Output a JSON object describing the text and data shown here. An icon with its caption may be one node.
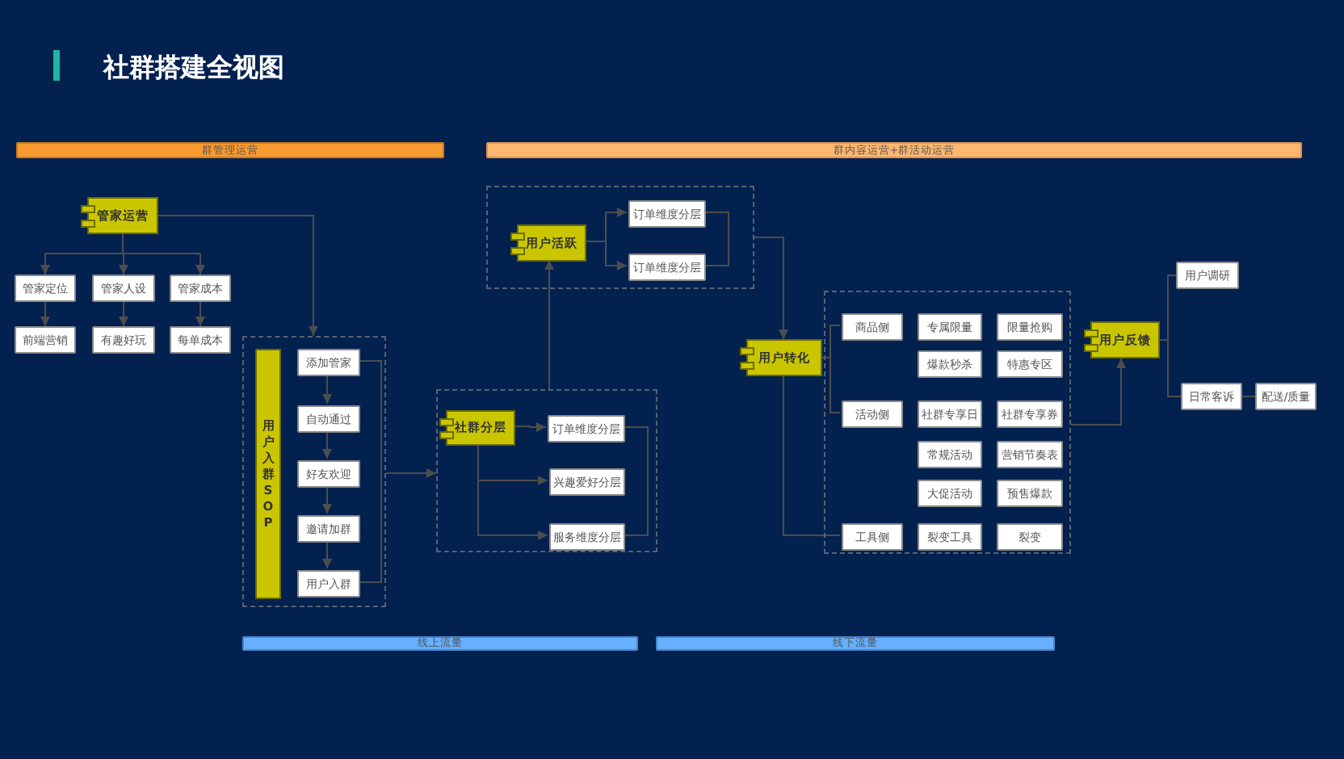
{
  "diagram": {
    "title": "社群搭建全视图",
    "nodes": [
      {
        "text": [
          "群管理运营"
        ]
      },
      {
        "text": [
          "群内容运营+群活动运营"
        ]
      },
      {
        "text": [
          "管家运营"
        ]
      },
      {
        "text": [
          "管家定位"
        ]
      },
      {
        "text": [
          "管家人设"
        ]
      },
      {
        "text": [
          "管家成本"
        ]
      },
      {
        "text": [
          "前端营销"
        ]
      },
      {
        "text": [
          "有趣好玩"
        ]
      },
      {
        "text": [
          "每单成本"
        ]
      },
      {
        "text": [],
        "shape": "box"
      },
      {
        "text": [
          "用户入群SOP"
        ],
        "in": 9
      },
      {
        "text": [
          "添加管家"
        ],
        "in": 9
      },
      {
        "text": [
          "自动通过"
        ],
        "in": 9
      },
      {
        "text": [
          "好友欢迎"
        ],
        "in": 9
      },
      {
        "text": [
          "邀请加群"
        ],
        "in": 9
      },
      {
        "text": [
          "用户入群"
        ],
        "in": 9
      },
      {
        "text": [],
        "shape": "box"
      },
      {
        "text": [
          "用户活跃"
        ],
        "in": 16
      },
      {
        "text": [
          "订单维度分层"
        ],
        "in": 16
      },
      {
        "text": [
          "订单维度分层"
        ],
        "in": 16
      },
      {
        "text": [],
        "shape": "box"
      },
      {
        "text": [
          "社群分层"
        ],
        "in": 20
      },
      {
        "text": [
          "订单维度分层"
        ],
        "in": 20
      },
      {
        "text": [
          "兴趣爱好分层"
        ],
        "in": 20
      },
      {
        "text": [
          "服务维度分层"
        ],
        "in": 20
      },
      {
        "text": [
          "用户转化"
        ]
      },
      {
        "text": [],
        "shape": "box"
      },
      {
        "text": [
          "商品侧"
        ],
        "in": 26
      },
      {
        "text": [
          "专属限量"
        ],
        "in": 26
      },
      {
        "text": [
          "限量抢购"
        ],
        "in": 26
      },
      {
        "text": [
          "爆款秒杀"
        ],
        "in": 26
      },
      {
        "text": [
          "特惠专区"
        ],
        "in": 26
      },
      {
        "text": [
          "活动侧"
        ],
        "in": 26
      },
      {
        "text": [
          "社群专享日"
        ],
        "in": 26
      },
      {
        "text": [
          "社群专享券"
        ],
        "in": 26
      },
      {
        "text": [
          "常规活动"
        ],
        "in": 26
      },
      {
        "text": [
          "营销节奏表"
        ],
        "in": 26
      },
      {
        "text": [
          "大促活动"
        ],
        "in": 26
      },
      {
        "text": [
          "预售爆款"
        ],
        "in": 26
      },
      {
        "text": [
          "工具侧"
        ],
        "in": 26
      },
      {
        "text": [
          "裂变工具"
        ],
        "in": 26
      },
      {
        "text": [
          "裂变"
        ],
        "in": 26
      },
      {
        "text": [
          "用户反馈"
        ]
      },
      {
        "text": [
          "用户调研"
        ]
      },
      {
        "text": [
          "日常客诉"
        ]
      },
      {
        "text": [
          "配送/质量"
        ]
      },
      {
        "text": [
          "线上流量"
        ]
      },
      {
        "text": [
          "线下流量"
        ]
      }
    ],
    "edges": [
      {
        "from": 2,
        "to": 3,
        "arrow": "to"
      },
      {
        "from": 2,
        "to": 4,
        "arrow": "to"
      },
      {
        "from": 2,
        "to": 5,
        "arrow": "to"
      },
      {
        "from": 3,
        "to": 6,
        "arrow": "to"
      },
      {
        "from": 4,
        "to": 7,
        "arrow": "to"
      },
      {
        "from": 5,
        "to": 8,
        "arrow": "to"
      },
      {
        "from": 2,
        "to": 9,
        "arrow": "to"
      },
      {
        "from": 11,
        "to": 12,
        "arrow": "to"
      },
      {
        "from": 12,
        "to": 13,
        "arrow": "to"
      },
      {
        "from": 13,
        "to": 14,
        "arrow": "to"
      },
      {
        "from": 14,
        "to": 15,
        "arrow": "to"
      },
      {
        "from": 11,
        "to": 15,
        "arrow": "none"
      },
      {
        "from": 9,
        "to": 20,
        "arrow": "to"
      },
      {
        "from": 21,
        "to": 22,
        "arrow": "to"
      },
      {
        "from": 21,
        "to": 23,
        "arrow": "to"
      },
      {
        "from": 21,
        "to": 24,
        "arrow": "to"
      },
      {
        "from": 22,
        "to": 24,
        "arrow": "none"
      },
      {
        "from": 20,
        "to": 17,
        "arrow": "to"
      },
      {
        "from": 17,
        "to": 18,
        "arrow": "to"
      },
      {
        "from": 17,
        "to": 19,
        "arrow": "to"
      },
      {
        "from": 18,
        "to": 19,
        "arrow": "none"
      },
      {
        "from": 16,
        "to": 25,
        "arrow": "to"
      },
      {
        "from": 25,
        "to": 27,
        "arrow": "none"
      },
      {
        "from": 25,
        "to": 32,
        "arrow": "none"
      },
      {
        "from": 25,
        "to": 39,
        "arrow": "none"
      },
      {
        "from": 26,
        "to": 42,
        "arrow": "to"
      },
      {
        "from": 42,
        "to": 43,
        "arrow": "none"
      },
      {
        "from": 42,
        "to": 44,
        "arrow": "none"
      },
      {
        "from": 44,
        "to": 45,
        "arrow": "none"
      }
    ]
  }
}
